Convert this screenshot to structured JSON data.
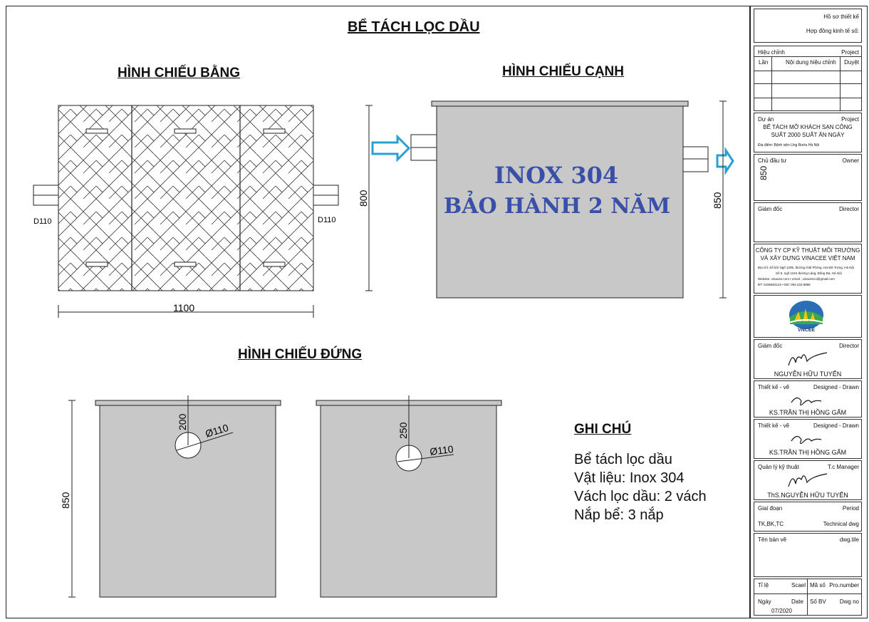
{
  "drawing": {
    "main_title": "BỂ TÁCH LỌC DẦU",
    "views": {
      "top": "HÌNH CHIẾU BẰNG",
      "side": "HÌNH CHIẾU CẠNH",
      "front": "HÌNH CHIẾU ĐỨNG"
    },
    "pipe_left": "D110",
    "pipe_right": "D110",
    "dim_width": "1100",
    "dim_side_inlet": "800",
    "dim_side_outlet": "850",
    "dim_front_height": "850",
    "dim_hole1_depth": "200",
    "dim_hole1_dia": "Ø110",
    "dim_hole2_depth": "250",
    "dim_hole2_dia": "Ø110",
    "badge_line1": "INOX 304",
    "badge_line2": "BẢO HÀNH 2 NĂM"
  },
  "notes": {
    "title": "GHI CHÚ",
    "lines": [
      "Bể tách lọc dầu",
      "Vật liệu: Inox 304",
      "Vách lọc dầu: 2 vách",
      "Nắp bể: 3 nắp"
    ]
  },
  "title_block": {
    "ho_so": "Hồ sơ thiết kế",
    "hop_dong": "Hợp đồng kinh tế số:",
    "hieu_chinh": "Hiệu chỉnh",
    "project": "Project",
    "lan": "Lần",
    "noi_dung": "Nội dung hiệu chỉnh",
    "duyet": "Duyệt",
    "du_an": "Dự án",
    "project2": "Project",
    "project_name_1": "BỂ TÁCH MỠ KHÁCH SẠN CÔNG",
    "project_name_2": "SUẤT 2000 SUẤT ĂN NGÀY",
    "dia_diem": "Địa điểm:  Bệnh viện Ung Bướu Hà Nội",
    "chu_dau_tu": "Chủ đầu tư",
    "owner": "Owner",
    "side_text": "850",
    "giam_doc": "Giám đốc",
    "director": "Director",
    "company_1": "CÔNG TY  CP KỸ THUẬT MÔI TRƯỜNG",
    "company_2": "VÀ XÂY DỰNG VINACEE VIỆT NAM",
    "addr_1": "Địa chỉ: Số 5/2 Ngõ 1295, đường Giải Phóng, Hai Bà Trưng, Hà Nội",
    "addr_2": "Số 6, ngõ 1194 đường Láng, Đống Đa, Hà Nội",
    "addr_3": "Website: vinacee.com • email : vinaceeco@gmail.com",
    "addr_4": "ĐT: 0435652142 • DĐ: 094.222.8986",
    "logo_text": "VNCEE",
    "giam_doc2": "Giám đốc",
    "director2": "Director",
    "director_name": "NGUYỄN HỮU TUYẾN",
    "thiet_ke_1": "Thiết kế - vẽ",
    "designed_1": "Designed - Drawn",
    "designer_name_1": "KS.TRẦN THỊ HỒNG GẤM",
    "thiet_ke_2": "Thiết kế - vẽ",
    "designed_2": "Designed - Drawn",
    "designer_name_2": "KS.TRẦN THỊ HỒNG GẤM",
    "quan_ly": "Quản lý kỹ thuật",
    "tc_manager": "T.c Manager",
    "manager_name": "ThS.NGUYỄN HỮU TUYẾN",
    "giai_doan": "Giai đoạn",
    "period": "Period",
    "tk": "TK,BK,TC",
    "technical": "Technical dwg",
    "ten_ban_ve": "Tên bản vẽ",
    "dwg_title": "dwg.tile",
    "ti_le": "Tỉ lệ",
    "scale": "Scael",
    "ma_so": "Mã số",
    "pro_number": "Pro.number",
    "ngay": "Ngày",
    "date": "Date",
    "so_bv": "Số BV",
    "dwg_no": "Dwg no",
    "date_value": "07/2020"
  },
  "colors": {
    "tank_fill": "#c8c8c8",
    "arrow": "#2a9fd6",
    "badge": "#3a50a8",
    "line": "#222222"
  }
}
